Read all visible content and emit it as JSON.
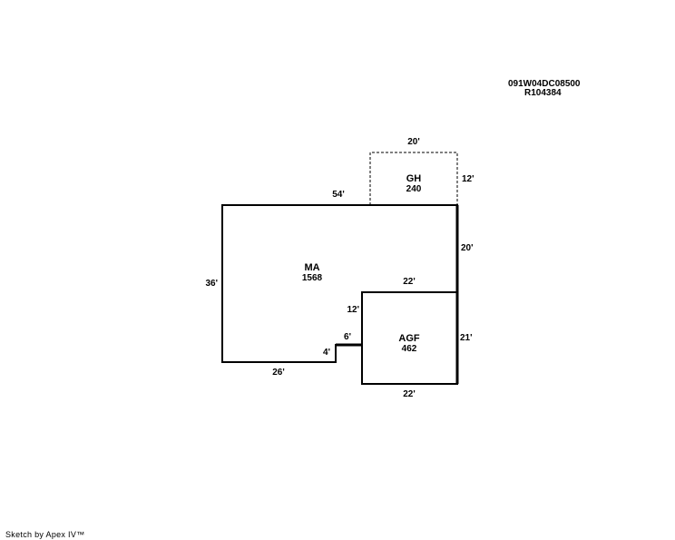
{
  "header": {
    "parcel_id": "091W04DC08500",
    "account_id": "R104384"
  },
  "areas": {
    "ma": {
      "label": "MA",
      "size": "1568"
    },
    "gh": {
      "label": "GH",
      "size": "240"
    },
    "agf": {
      "label": "AGF",
      "size": "462"
    }
  },
  "dimensions": {
    "ma_top": "54'",
    "ma_left": "36'",
    "ma_bottom": "26'",
    "ma_step_height": "4'",
    "ma_step_width": "6'",
    "ma_right_upper": "20'",
    "ma_inner": "12'",
    "gh_top": "20'",
    "gh_right": "12'",
    "agf_top": "22'",
    "agf_right": "21'",
    "agf_bottom": "22'"
  },
  "footer": {
    "credit": "Sketch by Apex IV™"
  }
}
